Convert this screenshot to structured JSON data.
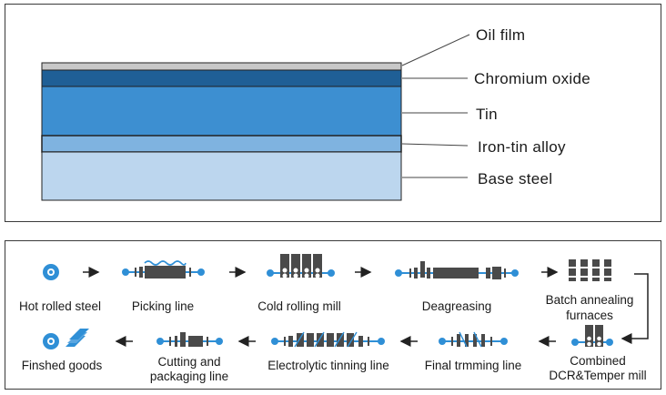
{
  "layers_diagram": {
    "layers": [
      {
        "id": "oil-film",
        "label": "Oil film",
        "color": "#c8c8c8"
      },
      {
        "id": "chromium-oxide",
        "label": "Chromium oxide",
        "color": "#1f5f96"
      },
      {
        "id": "tin",
        "label": "Tin",
        "color": "#3d8fd1"
      },
      {
        "id": "iron-tin-alloy",
        "label": "Iron-tin alloy",
        "color": "#7fb3e0"
      },
      {
        "id": "base-steel",
        "label": "Base steel",
        "color": "#bcd6ee"
      }
    ]
  },
  "process_flow": {
    "row1": [
      {
        "id": "hot-rolled-steel",
        "label": "Hot rolled steel"
      },
      {
        "id": "picking-line",
        "label": "Picking line"
      },
      {
        "id": "cold-rolling-mill",
        "label": "Cold rolling mill"
      },
      {
        "id": "deagreasing",
        "label": "Deagreasing"
      },
      {
        "id": "batch-annealing",
        "label_line1": "Batch annealing",
        "label_line2": "furnaces"
      }
    ],
    "row2": [
      {
        "id": "finished-goods",
        "label": "Finshed goods"
      },
      {
        "id": "cutting-packaging",
        "label_line1": "Cutting and",
        "label_line2": "packaging line"
      },
      {
        "id": "electrolytic-tinning",
        "label": "Electrolytic tinning line"
      },
      {
        "id": "final-trimming",
        "label": "Final trmming line"
      },
      {
        "id": "combined-dcr",
        "label_line1": "Combined",
        "label_line2": "DCR&Temper mill"
      }
    ],
    "accent_color": "#2f8fd6",
    "machine_color": "#4a4a4a"
  }
}
